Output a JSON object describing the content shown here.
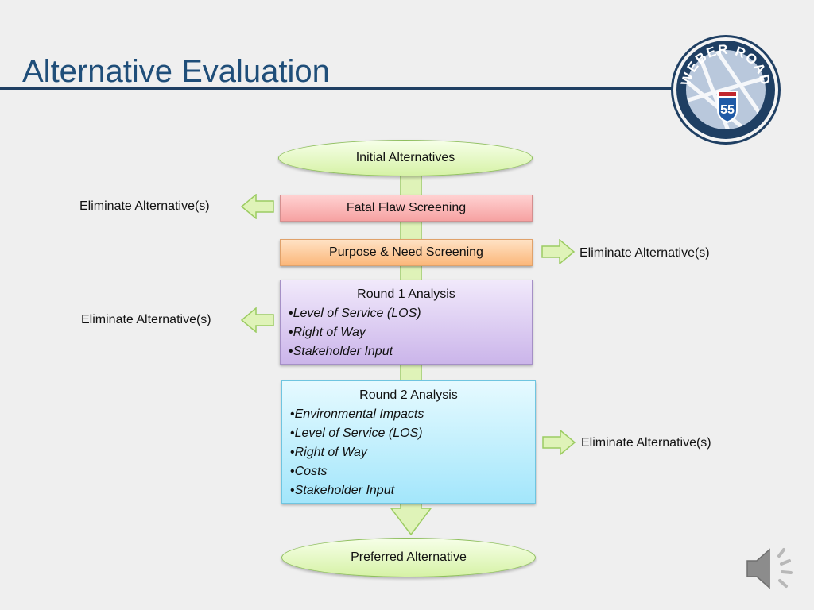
{
  "slide": {
    "title": "Alternative Evaluation"
  },
  "logo": {
    "ring_text": "WEBER ROAD",
    "shield_number": "55"
  },
  "flow": {
    "start": "Initial Alternatives",
    "fatal_flaw": "Fatal Flaw Screening",
    "purpose_need": "Purpose & Need Screening",
    "round1": {
      "heading": "Round 1 Analysis",
      "items": [
        "Level of Service (LOS)",
        "Right of Way",
        "Stakeholder Input"
      ]
    },
    "round2": {
      "heading": "Round 2 Analysis",
      "items": [
        "Environmental Impacts",
        "Level of Service (LOS)",
        "Right of Way",
        "Costs",
        "Stakeholder Input"
      ]
    },
    "end": "Preferred Alternative"
  },
  "eliminations": {
    "fatal_flaw": "Eliminate Alternative(s)",
    "purpose_need": "Eliminate Alternative(s)",
    "round1": "Eliminate Alternative(s)",
    "round2": "Eliminate Alternative(s)"
  },
  "colors": {
    "title": "#1f4e79",
    "arrow_fill": "#dff3b8",
    "arrow_stroke": "#9ccc62",
    "fatal_flaw": "#f6a2a2",
    "purpose_need": "#fbb77a",
    "round1": "#cbb5ea",
    "round2": "#a3e6fb",
    "logo_navy": "#1f3f63"
  },
  "icons": {
    "logo": "weber-road-logo",
    "speaker": "speaker-icon"
  }
}
